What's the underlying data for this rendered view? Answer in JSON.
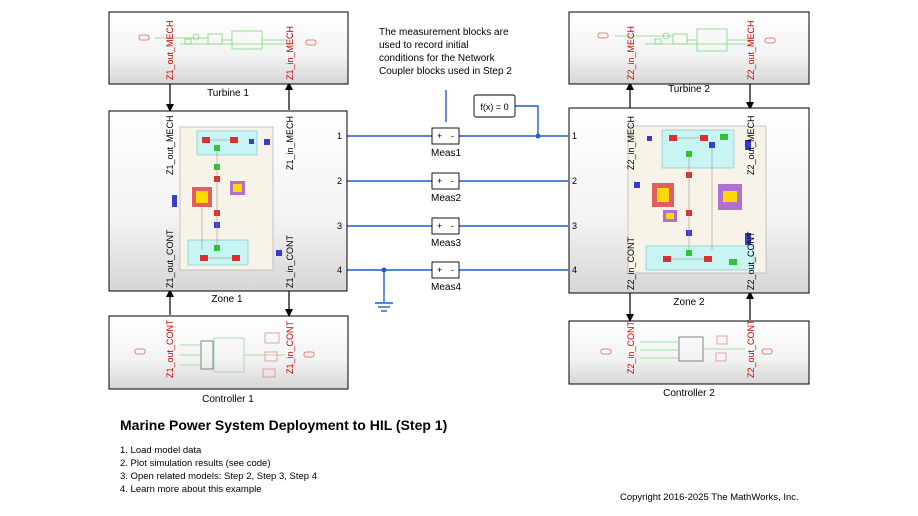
{
  "blocks": {
    "turbine1": {
      "label": "Turbine 1",
      "port_out": "Z1_out_MECH",
      "port_in": "Z1_in_MECH"
    },
    "turbine2": {
      "label": "Turbine 2",
      "port_in": "Z2_in_MECH",
      "port_out": "Z2_out_MECH"
    },
    "zone1": {
      "label": "Zone 1",
      "mech_out": "Z1_out_MECH",
      "mech_in": "Z1_in_MECH",
      "cont_out": "Z1_out_CONT",
      "cont_in": "Z1_in_CONT",
      "ports": [
        "1",
        "2",
        "3",
        "4"
      ]
    },
    "zone2": {
      "label": "Zone 2",
      "mech_in": "Z2_in_MECH",
      "mech_out": "Z2_out_MECH",
      "cont_in": "Z2_in_CONT",
      "cont_out": "Z2_out_CONT",
      "ports": [
        "1",
        "2",
        "3",
        "4"
      ]
    },
    "controller1": {
      "label": "Controller 1",
      "port_out": "Z1_out_CONT",
      "port_in": "Z1_in_CONT"
    },
    "controller2": {
      "label": "Controller 2",
      "port_in": "Z2_in_CONT",
      "port_out": "Z2_out_CONT"
    },
    "meas": [
      "Meas1",
      "Meas2",
      "Meas3",
      "Meas4"
    ],
    "solver": "f(x) = 0"
  },
  "annotation": [
    "The measurement blocks are",
    "used to record initial",
    "conditions for the Network",
    "Coupler blocks used in Step 2"
  ],
  "title": "Marine Power System Deployment to HIL (Step 1)",
  "steps": [
    "1. Load model data",
    "2. Plot simulation results (see code)",
    "3. Open related models: Step 2, Step 3, Step 4",
    "4. Learn more about this example"
  ],
  "copyright": "Copyright 2016-2025 The MathWorks, Inc.",
  "colors": {
    "connection": "#1f5fd0",
    "signal": "#000000",
    "port_label": "#d00000"
  }
}
